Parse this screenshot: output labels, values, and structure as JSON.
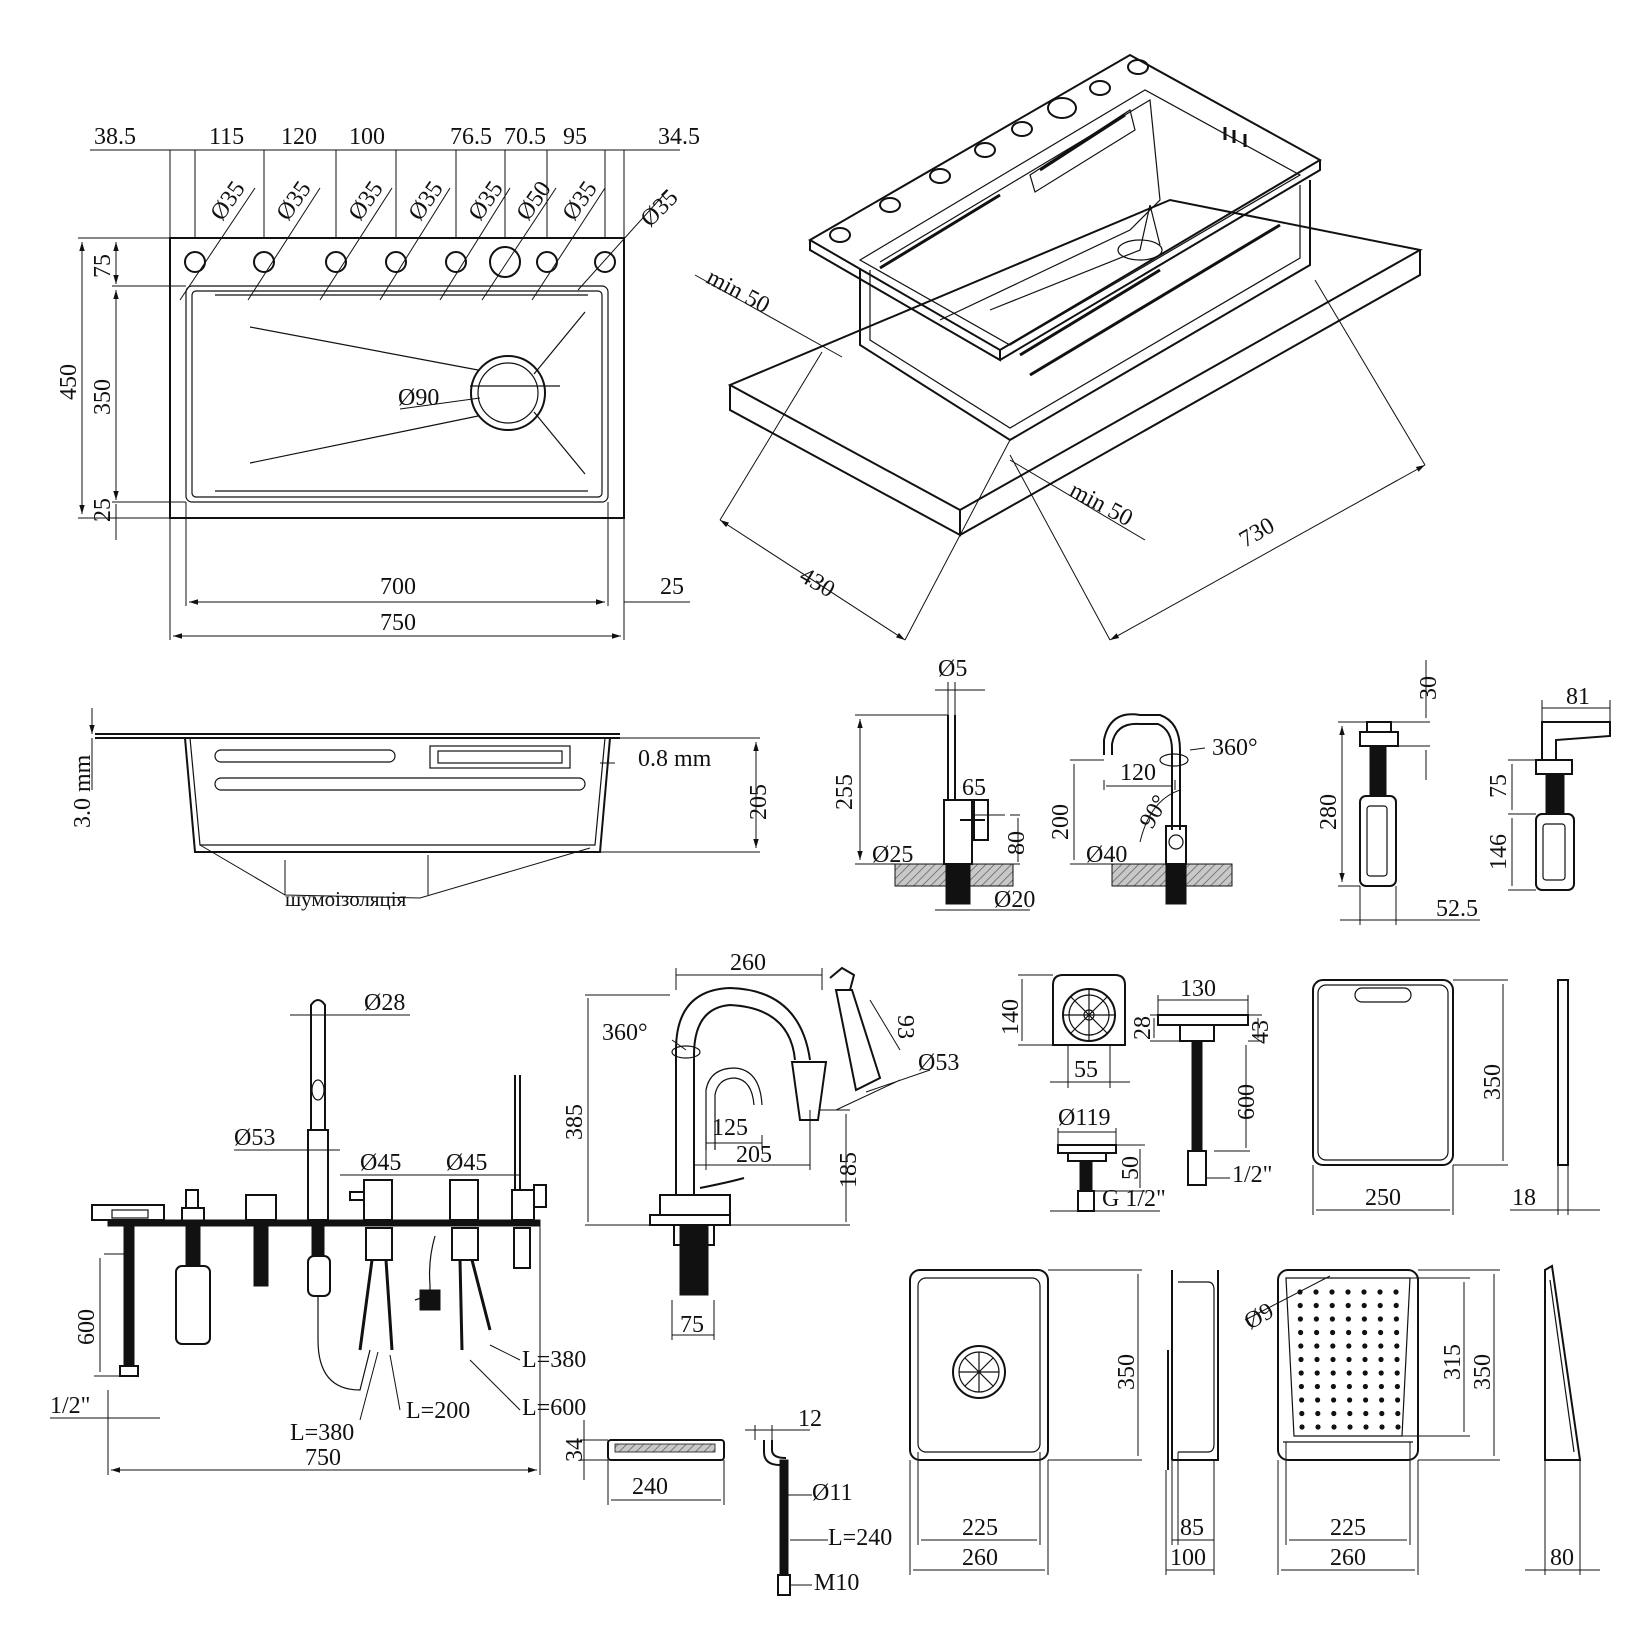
{
  "top_view": {
    "hole_spacings": [
      "38.5",
      "115",
      "120",
      "100",
      "76.5",
      "70.5",
      "95",
      "34.5"
    ],
    "hole_diameters": [
      "Ø35",
      "Ø35",
      "Ø35",
      "Ø35",
      "Ø35",
      "Ø50",
      "Ø35",
      "Ø35"
    ],
    "drain_diameter": "Ø90",
    "height_total": "450",
    "height_top": "75",
    "height_bowl": "350",
    "height_bottom": "25",
    "width_bowl": "700",
    "width_total": "750",
    "width_margin": "25"
  },
  "iso_view": {
    "min_a": "min 50",
    "min_b": "min 50",
    "depth": "430",
    "width": "730"
  },
  "side_view": {
    "thickness": "3.0 mm",
    "wall": "0.8 mm",
    "height": "205",
    "insulation": "шумоізоляція"
  },
  "filter_faucet": {
    "d_spout": "Ø5",
    "height": "255",
    "lever": "65",
    "body_h": "80",
    "d_base": "Ø25",
    "d_thread": "Ø20"
  },
  "swivel_faucet": {
    "rotation": "360°",
    "reach": "120",
    "height": "200",
    "angle": "90°",
    "d_base": "Ø40"
  },
  "dispenser": {
    "top": "30",
    "height": "280",
    "width": "52.5",
    "nozzle": "81",
    "neck": "75",
    "bottle": "146"
  },
  "assembly": {
    "d_pull": "Ø28",
    "d_head": "Ø53",
    "d_mix1": "Ø45",
    "d_mix2": "Ø45",
    "hose_h": "600",
    "thread": "1/2\"",
    "width": "750",
    "hoses": [
      "L=380",
      "L=200",
      "L=380",
      "L=600"
    ]
  },
  "pullout_faucet": {
    "reach": "260",
    "rotation": "360°",
    "height": "385",
    "head_len": "93",
    "d_head": "Ø53",
    "low_reach": "125",
    "mid_reach": "205",
    "spout_h": "185",
    "base": "75"
  },
  "cup_rinser": {
    "height": "140",
    "width": "55",
    "top_w": "130",
    "top_h1": "28",
    "top_h2": "43",
    "hose": "600",
    "thread": "1/2\"",
    "d_plate": "Ø119",
    "plate_h": "50",
    "g_thread": "G 1/2\""
  },
  "board": {
    "height": "350",
    "width": "250",
    "thickness": "18"
  },
  "drain_strip": {
    "height": "34",
    "length": "240",
    "fitting": "12",
    "d_pipe": "Ø11",
    "pipe_len": "L=240",
    "thread": "M10"
  },
  "basin": {
    "height": "350",
    "inner_w": "225",
    "outer_w": "260",
    "depth_a": "85",
    "depth_b": "100"
  },
  "colander": {
    "hole": "Ø9",
    "inner_h": "315",
    "outer_h": "350",
    "inner_w": "225",
    "outer_w": "260",
    "depth": "80"
  }
}
